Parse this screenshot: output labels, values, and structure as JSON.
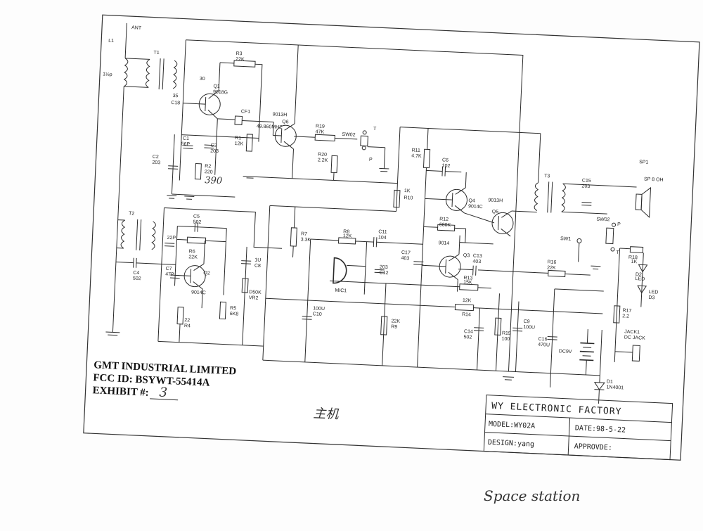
{
  "company": {
    "name": "GMT INDUSTRIAL LIMITED",
    "fcc_id": "FCC ID:  BSYWT-55414A",
    "exhibit_label": "EXHIBIT #:",
    "exhibit_number": "3"
  },
  "title_block": {
    "factory": "WY ELECTRONIC FACTORY",
    "model": "MODEL:WY02A",
    "date": "DATE:98-5-22",
    "design": "DESIGN:yang",
    "approve": "APPROVDE:"
  },
  "handwritten": {
    "main_unit": "主机",
    "caption": "Space station",
    "resistor_fix": "390"
  },
  "components": [
    {
      "id": "ant",
      "text": "ANT"
    },
    {
      "id": "l1",
      "text": "L1"
    },
    {
      "id": "l1v",
      "text": "1½p"
    },
    {
      "id": "t1",
      "text": "T1"
    },
    {
      "id": "r3",
      "text": "R3"
    },
    {
      "id": "r3v",
      "text": "22K"
    },
    {
      "id": "c30",
      "text": "30"
    },
    {
      "id": "q1",
      "text": "Q1"
    },
    {
      "id": "q1v",
      "text": "9018G"
    },
    {
      "id": "c35",
      "text": "35"
    },
    {
      "id": "c18",
      "text": "C18"
    },
    {
      "id": "cf1",
      "text": "CF1"
    },
    {
      "id": "cf1v",
      "text": "49.860MHZ"
    },
    {
      "id": "q6v",
      "text": "9013H"
    },
    {
      "id": "q6",
      "text": "Q6"
    },
    {
      "id": "c1",
      "text": "C1"
    },
    {
      "id": "c1v",
      "text": "56P"
    },
    {
      "id": "c3",
      "text": "C3"
    },
    {
      "id": "c3v",
      "text": "203"
    },
    {
      "id": "r1",
      "text": "R1"
    },
    {
      "id": "r1v",
      "text": "12K"
    },
    {
      "id": "c2",
      "text": "C2"
    },
    {
      "id": "c2v",
      "text": "203"
    },
    {
      "id": "r2",
      "text": "R2"
    },
    {
      "id": "r2v",
      "text": "220"
    },
    {
      "id": "r19",
      "text": "R19"
    },
    {
      "id": "r19v",
      "text": "47K"
    },
    {
      "id": "sw02a",
      "text": "SW02"
    },
    {
      "id": "swt",
      "text": "T"
    },
    {
      "id": "swp",
      "text": "P"
    },
    {
      "id": "r20",
      "text": "R20"
    },
    {
      "id": "r20v",
      "text": "2.2K"
    },
    {
      "id": "r11",
      "text": "R11"
    },
    {
      "id": "r11v",
      "text": "4.7K"
    },
    {
      "id": "c6",
      "text": "C6"
    },
    {
      "id": "c6v",
      "text": "102"
    },
    {
      "id": "r10v",
      "text": "1K"
    },
    {
      "id": "r10",
      "text": "R10"
    },
    {
      "id": "q4",
      "text": "Q4"
    },
    {
      "id": "q4v",
      "text": "9014C"
    },
    {
      "id": "q5v",
      "text": "9013H"
    },
    {
      "id": "q5",
      "text": "Q5"
    },
    {
      "id": "t3",
      "text": "T3"
    },
    {
      "id": "c15",
      "text": "C15"
    },
    {
      "id": "c15v",
      "text": "203"
    },
    {
      "id": "sp1",
      "text": "SP1"
    },
    {
      "id": "sp1v",
      "text": "SP 8 OH"
    },
    {
      "id": "sw02b",
      "text": "SW02"
    },
    {
      "id": "sw2p",
      "text": "P"
    },
    {
      "id": "sw2t",
      "text": "T"
    },
    {
      "id": "sw1",
      "text": "SW1"
    },
    {
      "id": "r18",
      "text": "R18"
    },
    {
      "id": "r18v",
      "text": "1K"
    },
    {
      "id": "r16",
      "text": "R16"
    },
    {
      "id": "r16v",
      "text": "22K"
    },
    {
      "id": "d2",
      "text": "D2"
    },
    {
      "id": "led1",
      "text": "LED"
    },
    {
      "id": "led2",
      "text": "LED"
    },
    {
      "id": "d3",
      "text": "D3"
    },
    {
      "id": "t2",
      "text": "T2"
    },
    {
      "id": "c5",
      "text": "C5"
    },
    {
      "id": "c5v",
      "text": "502"
    },
    {
      "id": "c22p",
      "text": "22P"
    },
    {
      "id": "r6",
      "text": "R6"
    },
    {
      "id": "r6v",
      "text": "22K"
    },
    {
      "id": "c7",
      "text": "C7"
    },
    {
      "id": "c7v",
      "text": "47P"
    },
    {
      "id": "q2",
      "text": "Q2"
    },
    {
      "id": "q2v",
      "text": "9014C"
    },
    {
      "id": "c4",
      "text": "C4"
    },
    {
      "id": "c4v",
      "text": "502"
    },
    {
      "id": "r5",
      "text": "R5"
    },
    {
      "id": "r5v",
      "text": "6K8"
    },
    {
      "id": "r4v",
      "text": "22"
    },
    {
      "id": "r4",
      "text": "R4"
    },
    {
      "id": "c8v",
      "text": "1U"
    },
    {
      "id": "c8",
      "text": "C8"
    },
    {
      "id": "vr2v",
      "text": "D50K"
    },
    {
      "id": "vr2",
      "text": "VR2"
    },
    {
      "id": "r7",
      "text": "R7"
    },
    {
      "id": "r7v",
      "text": "3.3K"
    },
    {
      "id": "r8",
      "text": "R8"
    },
    {
      "id": "r8v",
      "text": "12K"
    },
    {
      "id": "c11",
      "text": "C11"
    },
    {
      "id": "c11v",
      "text": "104"
    },
    {
      "id": "c12v",
      "text": "203"
    },
    {
      "id": "c12",
      "text": "C12"
    },
    {
      "id": "mic1",
      "text": "MIC1"
    },
    {
      "id": "c10v",
      "text": "100U"
    },
    {
      "id": "c10",
      "text": "C10"
    },
    {
      "id": "r9v",
      "text": "22K"
    },
    {
      "id": "r9",
      "text": "R9"
    },
    {
      "id": "c17",
      "text": "C17"
    },
    {
      "id": "c17v",
      "text": "403"
    },
    {
      "id": "r12",
      "text": "R12"
    },
    {
      "id": "r12v",
      "text": "680K"
    },
    {
      "id": "q3v",
      "text": "9014"
    },
    {
      "id": "q3",
      "text": "Q3"
    },
    {
      "id": "c13",
      "text": "C13"
    },
    {
      "id": "c13v",
      "text": "403"
    },
    {
      "id": "r13",
      "text": "R13"
    },
    {
      "id": "r13v",
      "text": "15K"
    },
    {
      "id": "r14v",
      "text": "12K"
    },
    {
      "id": "r14",
      "text": "R14"
    },
    {
      "id": "c14",
      "text": "C14"
    },
    {
      "id": "c14v",
      "text": "502"
    },
    {
      "id": "r15",
      "text": "R15"
    },
    {
      "id": "r15v",
      "text": "100"
    },
    {
      "id": "c9",
      "text": "C9"
    },
    {
      "id": "c9v",
      "text": "100U"
    },
    {
      "id": "c16",
      "text": "C16"
    },
    {
      "id": "c16v",
      "text": "470U"
    },
    {
      "id": "dc9v",
      "text": "DC9V"
    },
    {
      "id": "r17",
      "text": "R17"
    },
    {
      "id": "r17v",
      "text": "2.2"
    },
    {
      "id": "jack1",
      "text": "JACK1"
    },
    {
      "id": "jack1v",
      "text": "DC JACK"
    },
    {
      "id": "d1",
      "text": "D1"
    },
    {
      "id": "d1v",
      "text": "1N4001"
    }
  ]
}
